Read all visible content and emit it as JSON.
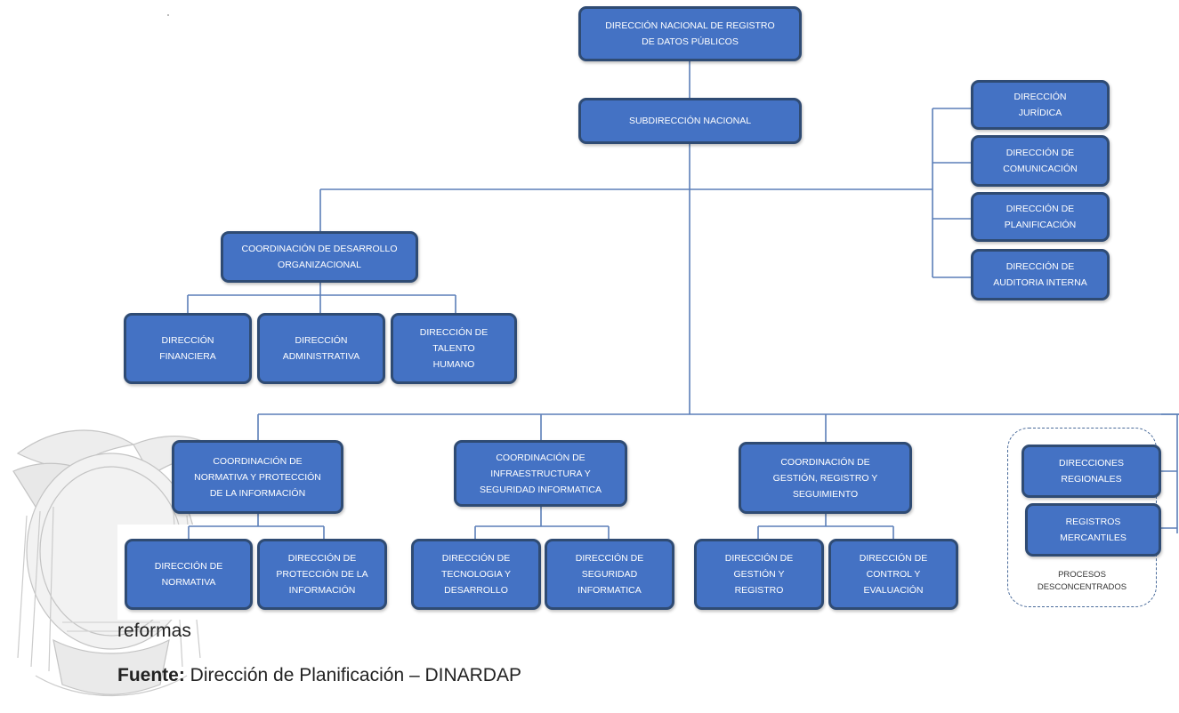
{
  "diagram": {
    "top": {
      "national": [
        "DIRECCIÓN NACIONAL DE REGISTRO",
        "DE DATOS PÚBLICOS"
      ],
      "sub": [
        "SUBDIRECCIÓN NACIONAL"
      ]
    },
    "staff_units": [
      [
        "DIRECCIÓN",
        "JURÍDICA"
      ],
      [
        "DIRECCIÓN DE",
        "COMUNICACIÓN"
      ],
      [
        "DIRECCIÓN DE",
        "PLANIFICACIÓN"
      ],
      [
        "DIRECCIÓN DE",
        "AUDITORIA INTERNA"
      ]
    ],
    "org_dev": {
      "coordination": [
        "COORDINACIÓN DE DESARROLLO",
        "ORGANIZACIONAL"
      ],
      "directions": [
        [
          "DIRECCIÓN",
          "FINANCIERA"
        ],
        [
          "DIRECCIÓN",
          "ADMINISTRATIVA"
        ],
        [
          "DIRECCIÓN DE",
          "TALENTO",
          "HUMANO"
        ]
      ]
    },
    "coordinations": [
      {
        "title": [
          "COORDINACIÓN DE",
          "NORMATIVA Y PROTECCIÓN",
          "DE LA INFORMACIÓN"
        ],
        "children": [
          [
            "DIRECCIÓN DE",
            "NORMATIVA"
          ],
          [
            "DIRECCIÓN  DE",
            "PROTECCIÓN DE LA",
            "INFORMACIÓN"
          ]
        ]
      },
      {
        "title": [
          "COORDINACIÓN DE",
          "INFRAESTRUCTURA Y",
          "SEGURIDAD INFORMATICA"
        ],
        "children": [
          [
            "DIRECCIÓN DE",
            "TECNOLOGIA Y",
            "DESARROLLO"
          ],
          [
            "DIRECCIÓN DE",
            "SEGURIDAD",
            "INFORMATICA"
          ]
        ]
      },
      {
        "title": [
          "COORDINACIÓN DE",
          "GESTIÓN, REGISTRO Y",
          "SEGUIMIENTO"
        ],
        "children": [
          [
            "DIRECCIÓN DE",
            "GESTIÓN Y",
            "REGISTRO"
          ],
          [
            "DIRECCIÓN  DE",
            "CONTROL Y",
            "EVALUACIÓN"
          ]
        ]
      }
    ],
    "deconcentrated": {
      "units": [
        [
          "DIRECCIONES",
          "REGIONALES"
        ],
        [
          "REGISTROS",
          "MERCANTILES"
        ]
      ],
      "label": [
        "PROCESOS",
        "DESCONCENTRADOS"
      ]
    }
  },
  "note": "reformas",
  "source": {
    "label": "Fuente:",
    "text": " Dirección de Planificación – DINARDAP"
  },
  "colors": {
    "box_fill": "#4472c4",
    "box_border": "#2f4b73",
    "connector": "#5b7fb8"
  }
}
